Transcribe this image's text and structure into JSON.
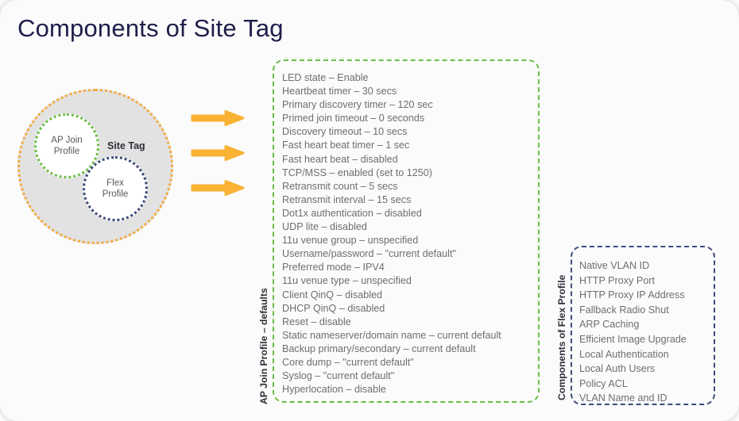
{
  "page": {
    "title": "Components of Site Tag"
  },
  "colors": {
    "title": "#1e1e4b",
    "site_tag_ring": "#f4a93d",
    "ap_join_ring": "#6cbe45",
    "flex_ring": "#3d4a7a",
    "arrow": "#f9b233",
    "body_text": "#6d6e71",
    "site_tag_fill": "#e2e2e2"
  },
  "venn": {
    "outer_label": "Site Tag",
    "ap_join": {
      "line1": "AP Join",
      "line2": "Profile"
    },
    "flex": {
      "line1": "Flex",
      "line2": "Profile"
    }
  },
  "arrows": {
    "count": 3,
    "icon": "arrow-right-icon"
  },
  "ap_join_profile": {
    "caption": "AP Join Profile – defaults",
    "items": [
      "LED state – Enable",
      "Heartbeat timer – 30 secs",
      "Primary discovery timer – 120 sec",
      "Primed join timeout – 0 seconds",
      "Discovery timeout – 10 secs",
      "Fast heart beat timer – 1 sec",
      "Fast heart beat – disabled",
      "TCP/MSS – enabled (set to 1250)",
      "Retransmit count – 5 secs",
      "Retransmit interval – 15 secs",
      "Dot1x authentication – disabled",
      "UDP lite – disabled",
      "11u venue group – unspecified",
      "Username/password – \"current default\"",
      "Preferred mode – IPV4",
      "11u venue type – unspecified",
      "Client QinQ – disabled",
      "DHCP QinQ – disabled",
      "Reset – disable",
      "Static nameserver/domain name – current default",
      "Backup primary/secondary – current default",
      "Core dump – \"current default\"",
      "Syslog – \"current default\"",
      "Hyperlocation – disable"
    ]
  },
  "flex_profile": {
    "caption": "Components of Flex Profile",
    "items": [
      "Native VLAN ID",
      "HTTP Proxy Port",
      "HTTP Proxy IP Address",
      "Fallback Radio Shut",
      "ARP Caching",
      "Efficient Image Upgrade",
      "Local Authentication",
      "Local Auth Users",
      "Policy ACL",
      "VLAN Name and ID"
    ]
  }
}
